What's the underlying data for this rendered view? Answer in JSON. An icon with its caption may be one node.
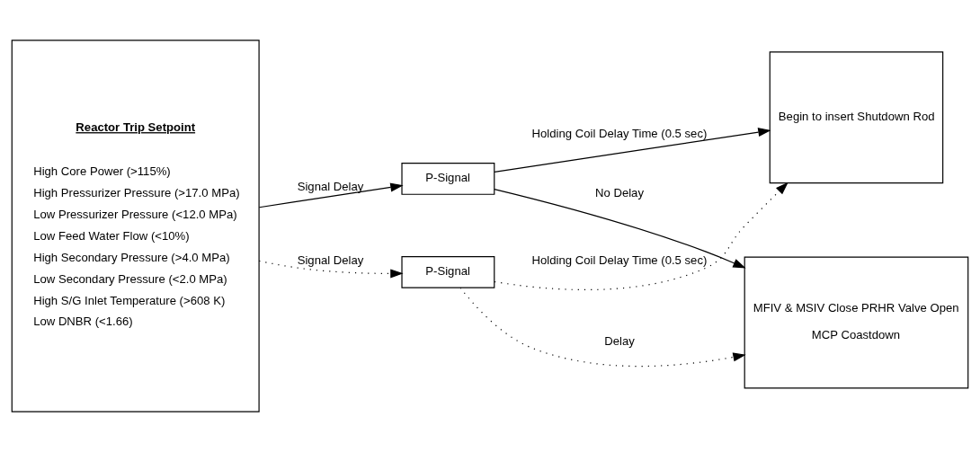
{
  "diagram": {
    "nodes": [
      {
        "text": [
          "Reactor Trip Setpoint",
          "High Core Power (>115%)",
          "High Pressurizer Pressure (>17.0 MPa)",
          "Low Pressurizer Pressure (<12.0 MPa)",
          "Low Feed Water Flow (<10%)",
          "High Secondary Pressure (>4.0 MPa)",
          "Low Secondary Pressure (<2.0 MPa)",
          "High S/G Inlet Temperature (>608 K)",
          "Low DNBR (<1.66)"
        ]
      },
      {
        "text": [
          "P-Signal"
        ]
      },
      {
        "text": [
          "Begin to insert Shutdown Rod"
        ]
      },
      {
        "text": [
          "MFIV & MSIV Close PRHR Valve Open",
          "MCP Coastdown"
        ]
      },
      {
        "text": [
          "P-Signal"
        ]
      }
    ],
    "edges": [
      {
        "from": 0,
        "to": 1,
        "arrow": "to",
        "label": "Signal Delay"
      },
      {
        "from": 1,
        "to": 2,
        "arrow": "to",
        "label": "Holding Coil Delay Time (0.5 sec)"
      },
      {
        "from": 1,
        "to": 3,
        "arrow": "to",
        "label": "No Delay"
      },
      {
        "from": 0,
        "to": 4,
        "arrow": "to",
        "label": "Signal Delay",
        "style": "dashed"
      },
      {
        "from": 4,
        "to": 2,
        "arrow": "to",
        "label": "Holding Coil Delay Time (0.5 sec)",
        "style": "dashed"
      },
      {
        "from": 4,
        "to": 3,
        "arrow": "to",
        "label": "Delay",
        "style": "dashed"
      }
    ]
  }
}
